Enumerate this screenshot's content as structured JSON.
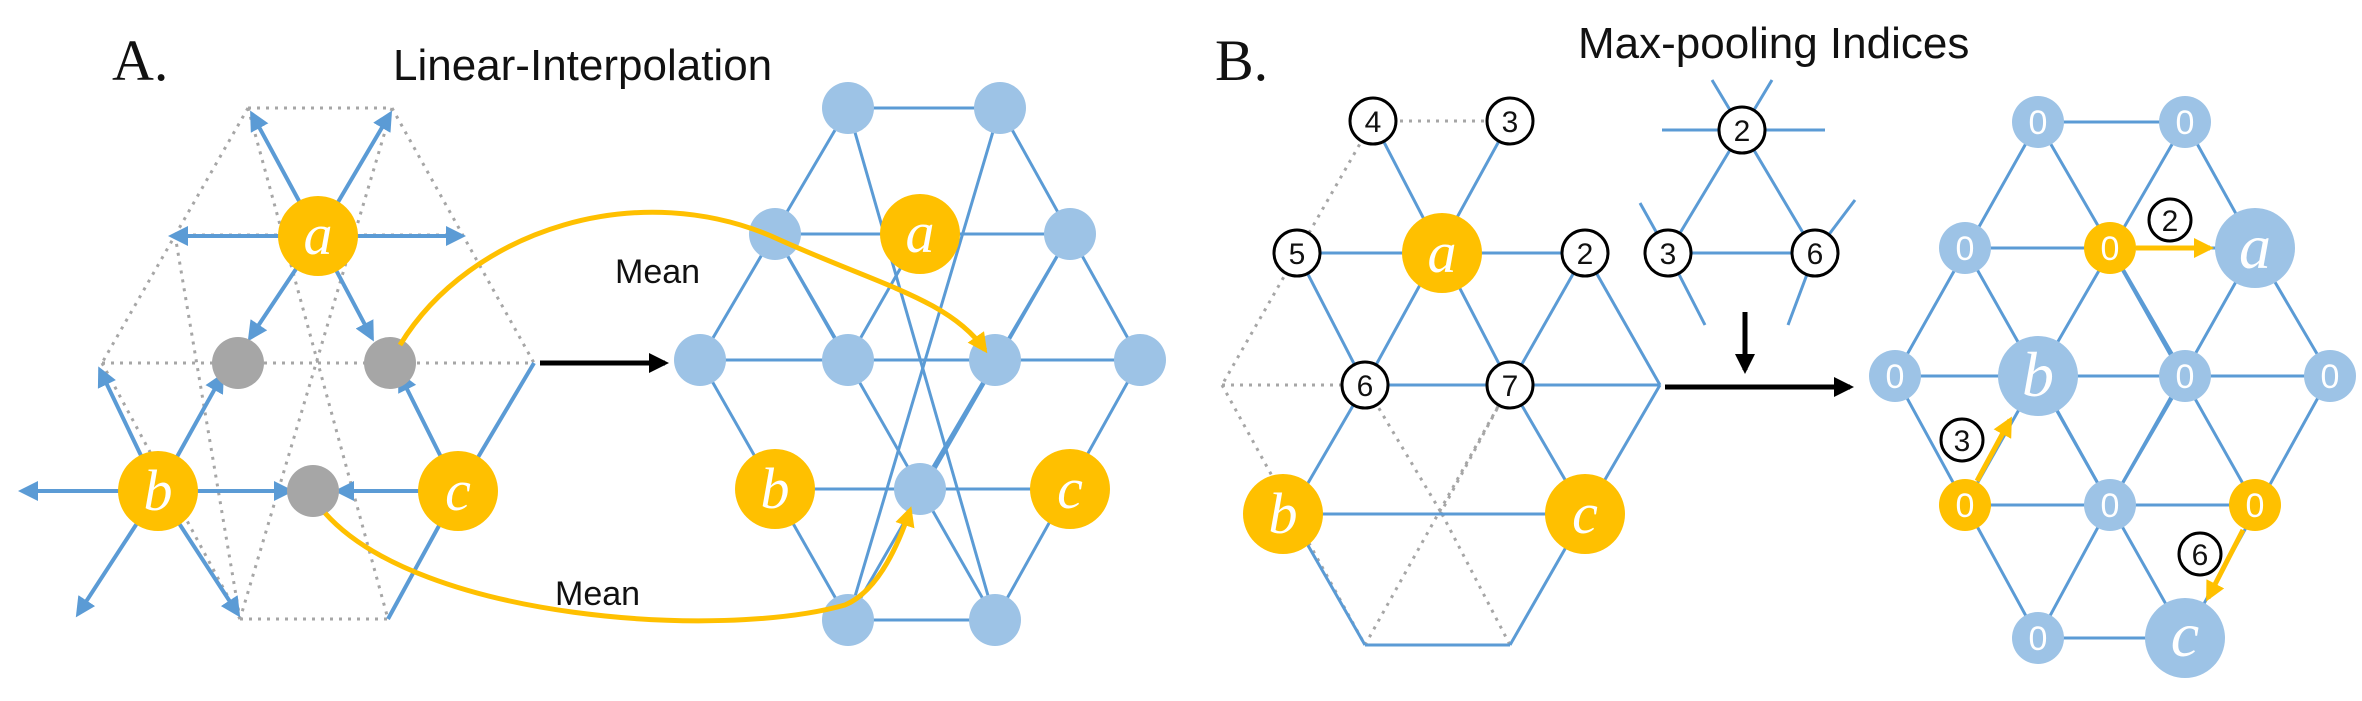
{
  "colors": {
    "blue_edge": "#5b9bd5",
    "blue_node": "#9dc3e6",
    "gold": "#ffc000",
    "gray_node": "#a6a6a6",
    "dotted": "#a6a6a6"
  },
  "panel_a": {
    "letter": "A.",
    "title": "Linear-Interpolation",
    "mean_top": "Mean",
    "mean_bottom": "Mean",
    "nodes": {
      "a": "a",
      "b": "b",
      "c": "c"
    },
    "right_nodes": {
      "a": "a",
      "b": "b",
      "c": "c"
    }
  },
  "panel_b": {
    "letter": "B.",
    "title": "Max-pooling Indices",
    "left_indices": [
      "4",
      "3",
      "5",
      "2",
      "6",
      "7"
    ],
    "left_nodes": {
      "a": "a",
      "b": "b",
      "c": "c"
    },
    "mid_indices": [
      "2",
      "3",
      "6"
    ],
    "right_zero": "0",
    "right_indices": [
      "2",
      "3",
      "6"
    ],
    "right_nodes": {
      "a": "a",
      "b": "b",
      "c": "c"
    }
  }
}
